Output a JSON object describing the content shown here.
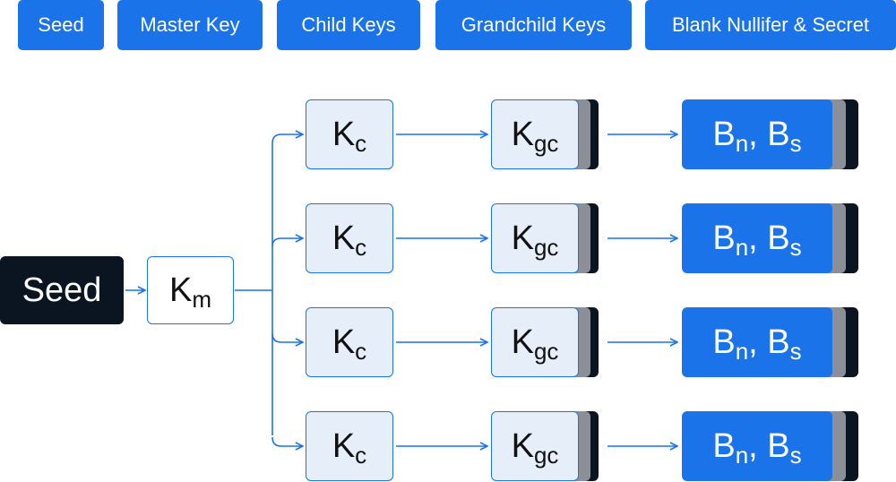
{
  "legend": [
    "Seed",
    "Master Key",
    "Child Keys",
    "Grandchild Keys",
    "Blank Nullifer & Secret"
  ],
  "seed": {
    "label": "Seed"
  },
  "master": {
    "base": "K",
    "sub": "m"
  },
  "branches": [
    {
      "child": {
        "base": "K",
        "sub": "c"
      },
      "grandchild": {
        "base": "K",
        "sub": "gc"
      },
      "blank": {
        "b1": "B",
        "s1": "n",
        "sep": ", ",
        "b2": "B",
        "s2": "s"
      }
    },
    {
      "child": {
        "base": "K",
        "sub": "c"
      },
      "grandchild": {
        "base": "K",
        "sub": "gc"
      },
      "blank": {
        "b1": "B",
        "s1": "n",
        "sep": ", ",
        "b2": "B",
        "s2": "s"
      }
    },
    {
      "child": {
        "base": "K",
        "sub": "c"
      },
      "grandchild": {
        "base": "K",
        "sub": "gc"
      },
      "blank": {
        "b1": "B",
        "s1": "n",
        "sep": ", ",
        "b2": "B",
        "s2": "s"
      }
    },
    {
      "child": {
        "base": "K",
        "sub": "c"
      },
      "grandchild": {
        "base": "K",
        "sub": "gc"
      },
      "blank": {
        "b1": "B",
        "s1": "n",
        "sep": ", ",
        "b2": "B",
        "s2": "s"
      }
    }
  ],
  "colors": {
    "accent": "#1a73e8",
    "dark": "#0b1522",
    "light": "#e6eefa",
    "stack_gray": "#8a8f98"
  }
}
